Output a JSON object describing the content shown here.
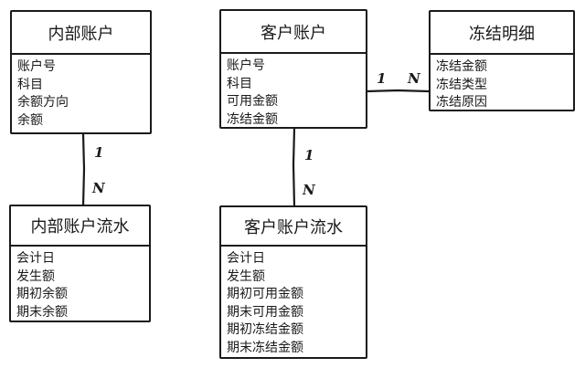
{
  "entities": {
    "internal_account": {
      "title": "内部账户",
      "attributes": [
        "账户号",
        "科目",
        "余额方向",
        "余额"
      ]
    },
    "customer_account": {
      "title": "客户账户",
      "attributes": [
        "账户号",
        "科目",
        "可用金额",
        "冻结金额"
      ]
    },
    "freeze_detail": {
      "title": "冻结明细",
      "attributes": [
        "冻结金额",
        "冻结类型",
        "冻结原因"
      ]
    },
    "internal_account_flow": {
      "title": "内部账户流水",
      "attributes": [
        "会计日",
        "发生额",
        "期初余额",
        "期末余额"
      ]
    },
    "customer_account_flow": {
      "title": "客户账户流水",
      "attributes": [
        "会计日",
        "发生额",
        "期初可用金额",
        "期末可用金额",
        "期初冻结金额",
        "期末冻结金额"
      ]
    }
  },
  "relations": {
    "internal_to_flow": {
      "from_card": "1",
      "to_card": "N"
    },
    "customer_to_flow": {
      "from_card": "1",
      "to_card": "N"
    },
    "customer_to_freeze": {
      "from_card": "1",
      "to_card": "N"
    }
  }
}
